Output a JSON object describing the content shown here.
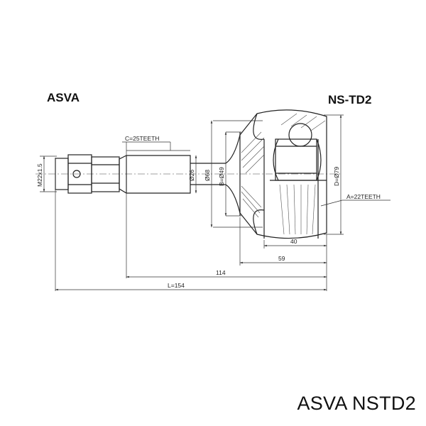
{
  "header": {
    "brand": "ASVA",
    "part_code": "NS-TD2"
  },
  "caption": "ASVA NSTD2",
  "drawing": {
    "spline_outer": "C=25TEETH",
    "spline_inner": "A=22TEETH",
    "thread": "M22x1.5",
    "dia_shaft": "Ø26",
    "dia_flange": "Ø68",
    "dia_bell": "B=Ø49",
    "dia_outer": "D=Ø79",
    "len_40": "40",
    "len_59": "59",
    "len_114": "114",
    "len_total": "L=154"
  }
}
